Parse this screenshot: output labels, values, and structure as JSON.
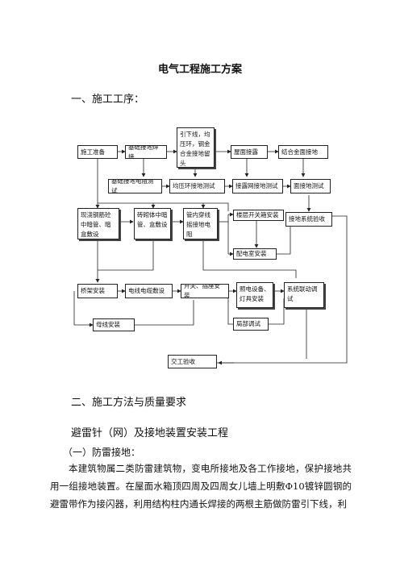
{
  "doc": {
    "title": "电气工程施工方案",
    "section1": "一、施工工序：",
    "section2": "二、施工方法与质量要求",
    "subsection": "避雷针（网）及接地装置安装工程",
    "subsubsection": "（一）防雷接地：",
    "paragraph": "本建筑物属二类防雷建筑物，变电所接地及各工作接地，保护接地共用一组接地装置。在屋面水箱顶四周及四周女儿墙上明敷Φ10镀锌圆钢的避雷带作为接闪器，利用结构柱内通长焊接的两根主筋做防雷引下线，利"
  },
  "flow": {
    "b1": "施工准备",
    "b2": "基础接地焊接",
    "b3": "引下线，均压环，钢金合金接地留头",
    "b4": "屋面接露",
    "b5": "结合金面接地",
    "b6": "基础接地电阻测试",
    "b7": "均压环接地测试",
    "b8": "接露网接地测试",
    "b9": "面接地测试",
    "b10": "接地系统验收",
    "b11": "现浇钢筋砼中暗管、暗盒敷设",
    "b12": "砖砌体中暗管、盒敷设",
    "b13": "管内穿线摇接地电阻",
    "b14": "楼层开关箱安装",
    "b15": "配电室安装",
    "b16": "桥架安装",
    "b17": "电线电缆敷设",
    "b18": "开关、插座安装",
    "b19": "照电设备、灯具安装",
    "b20": "系统联动调试",
    "b21": "局部调试",
    "b22": "母线安装",
    "b23": "交工验收"
  }
}
